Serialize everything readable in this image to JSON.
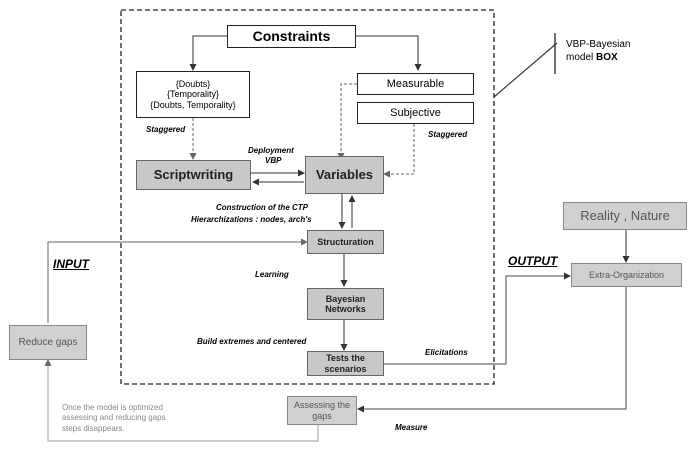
{
  "nodes": {
    "constraints": "Constraints",
    "doubts_lines": [
      "{Doubts}",
      "{Temporality}",
      "{Doubts, Temporality}"
    ],
    "measurable": "Measurable",
    "subjective": "Subjective",
    "scriptwriting": "Scriptwriting",
    "variables": "Variables",
    "structuration": "Structuration",
    "bayesian_lines": [
      "Bayesian",
      "Networks"
    ],
    "tests_lines": [
      "Tests the",
      "scenarios"
    ],
    "reduce_gaps": "Reduce gaps",
    "assessing_lines": [
      "Assessing the",
      "gaps"
    ],
    "reality": "Reality , Nature",
    "extra_org": "Extra-Organization"
  },
  "edge_labels": {
    "staggered_left": "Staggered",
    "staggered_right": "Staggered",
    "deployment_lines": [
      "Deployment",
      "VBP"
    ],
    "construction": "Construction of the CTP",
    "hierarchizations": "Hierarchizations : nodes, arch's",
    "learning": "Learning",
    "build": "Build extremes and centered",
    "elicitations": "Elicitations",
    "measure": "Measure"
  },
  "io_labels": {
    "input": "INPUT",
    "output": "OUTPUT"
  },
  "model_box_label": {
    "line1": "VBP-Bayesian",
    "line2_prefix": "model ",
    "line2_bold": "BOX"
  },
  "note_lines": [
    "Once the model is optimized",
    "assessing and reducing gaps",
    "steps disappears."
  ]
}
